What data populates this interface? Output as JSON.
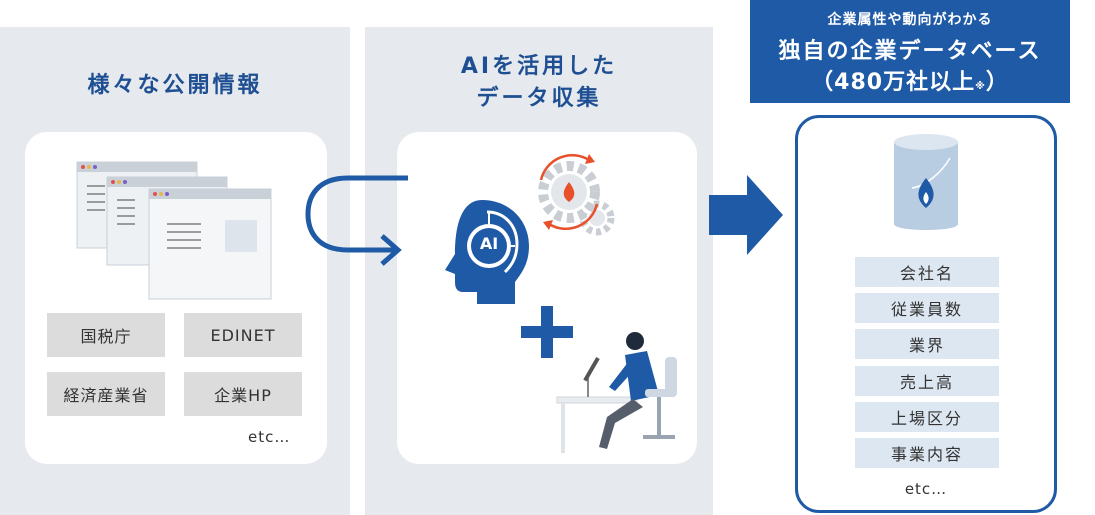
{
  "sources": {
    "title": "様々な公開情報",
    "items": [
      "国税庁",
      "EDINET",
      "経済産業省",
      "企業HP"
    ],
    "etc": "etc…"
  },
  "collection": {
    "title_line1": "AIを活用した",
    "title_line2": "データ収集",
    "ai_badge": "AI"
  },
  "database": {
    "header_line1": "企業属性や動向がわかる",
    "header_line2": "独自の企業データベース",
    "header_line3": "（480万社以上",
    "header_note": "※",
    "header_close": "）",
    "fields": [
      "会社名",
      "従業員数",
      "業界",
      "売上高",
      "上場区分",
      "事業内容"
    ],
    "etc": "etc…"
  },
  "colors": {
    "accent": "#1f5aa6",
    "panel_bg": "#e6eaee",
    "fire": "#e8502b"
  }
}
